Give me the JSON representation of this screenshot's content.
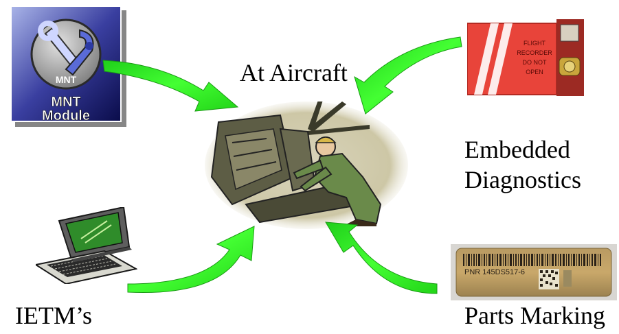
{
  "labels": {
    "at_aircraft": "At Aircraft",
    "embedded_line1": "Embedded",
    "embedded_line2": "Diagnostics",
    "ietms": "IETM’s",
    "parts_marking": "Parts Marking"
  },
  "mnt_module": {
    "badge": "MNT",
    "line1": "MNT",
    "line2": "Module"
  },
  "flight_recorder": {
    "line1": "FLIGHT",
    "line2": "RECORDER",
    "line3": "DO NOT",
    "line4": "OPEN"
  },
  "part_label": {
    "pnr": "PNR 145DS517-6"
  },
  "colors": {
    "arrow_green": "#33ee22",
    "recorder_red": "#e8443a",
    "label_gold": "#c9a86a"
  }
}
